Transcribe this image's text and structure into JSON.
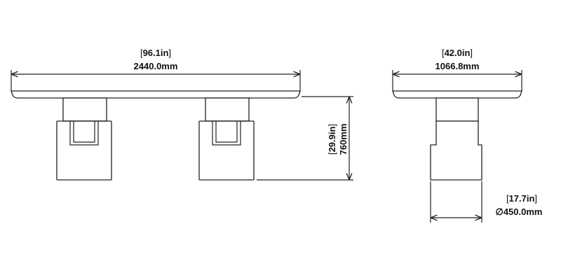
{
  "dimensions": {
    "length": {
      "imperial": "96.1in",
      "metric": "2440.0mm"
    },
    "width": {
      "imperial": "42.0in",
      "metric": "1066.8mm"
    },
    "height": {
      "imperial": "29.9in",
      "metric": "760mm"
    },
    "base_diameter": {
      "imperial": "17.7in",
      "metric": "450.0mm",
      "symbol": "∅"
    }
  },
  "colors": {
    "line": "#222222",
    "background": "#ffffff"
  }
}
